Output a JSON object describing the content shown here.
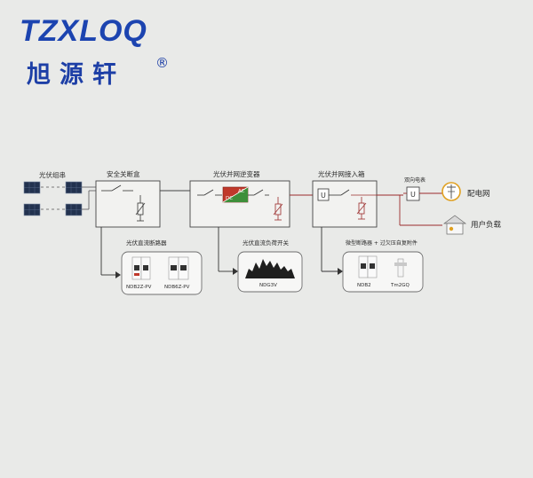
{
  "brand": {
    "logo_text": "TZXLOQ",
    "chinese_name": "旭源轩",
    "registered_mark": "®",
    "primary_color": "#1c44b0"
  },
  "diagram": {
    "pv_array_label": "光伏组串",
    "safety_box_label": "安全关断盒",
    "inverter_label": "光伏并网逆变器",
    "inverter_dc": "DC",
    "inverter_ac": "AC",
    "combiner_label": "光伏并网接入箱",
    "meter_label": "双向电表",
    "grid_label": "配电网",
    "load_label": "用户负载",
    "meter_symbol": "U",
    "products": {
      "dc_breaker_title": "光伏直流断路器",
      "dc_breaker_models": [
        "NDB2Z-PV",
        "NDB6Z-PV"
      ],
      "dc_switch_title": "光伏直流负荷开关",
      "dc_switch_model": "NDG3V",
      "micro_breaker_title": "微型断路器 + 过欠压自复附件",
      "micro_breaker_models": [
        "NDB2",
        "Tm2GQ"
      ]
    },
    "colors": {
      "line": "#3d3d3d",
      "ac_line": "#9a2b2b",
      "box_fill": "#f2f2f0",
      "accent": "#e0a020",
      "inverter_red": "#c0392b",
      "inverter_green": "#3f8f3a"
    }
  }
}
